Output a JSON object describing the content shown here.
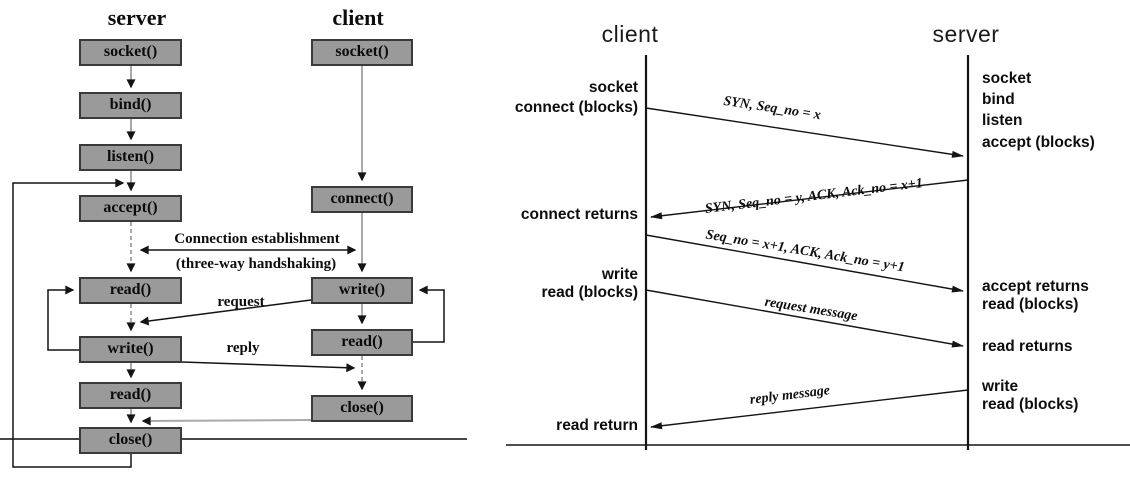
{
  "colors": {
    "box_fill": "#9a9a9a",
    "box_border": "#3a3a3a",
    "gray_line": "#a9a9a9",
    "ink": "#141414"
  },
  "left": {
    "server_header": "server",
    "client_header": "client",
    "server_boxes": [
      "socket()",
      "bind()",
      "listen()",
      "accept()",
      "read()",
      "write()",
      "read()",
      "close()"
    ],
    "client_boxes": [
      "socket()",
      "connect()",
      "write()",
      "read()",
      "close()"
    ],
    "connection_establishment": "Connection establishment",
    "three_way": "(three-way handshaking)",
    "request": "request",
    "reply": "reply"
  },
  "right": {
    "client_header": "client",
    "server_header": "server",
    "client_events": [
      "socket",
      "connect (blocks)",
      "connect returns",
      "write",
      "read (blocks)",
      "read return"
    ],
    "server_events": [
      "socket",
      "bind",
      "listen",
      "accept (blocks)",
      "accept returns",
      "read (blocks)",
      "read returns",
      "write",
      "read (blocks)"
    ],
    "messages": [
      "SYN, Seq_no = x",
      "SYN, Seq_no = y, ACK, Ack_no = x+1",
      "Seq_no = x+1, ACK, Ack_no = y+1",
      "request message",
      "reply message"
    ]
  }
}
